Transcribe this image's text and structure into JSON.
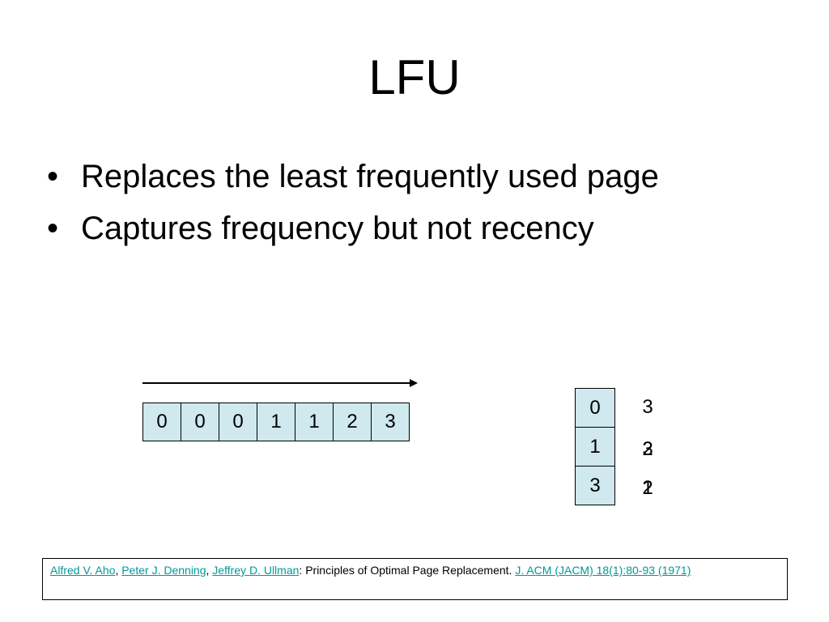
{
  "slide": {
    "title": "LFU",
    "bullet_glyph": "•",
    "bullets": [
      "Replaces the least frequently used page",
      "Captures frequency but not recency"
    ]
  },
  "reference_sequence": [
    "0",
    "0",
    "0",
    "1",
    "1",
    "2",
    "3"
  ],
  "frames": [
    "0",
    "1",
    "3"
  ],
  "frequency_counts": {
    "frame_0": [
      "3"
    ],
    "frame_1": [
      "2",
      "3"
    ],
    "frame_2": [
      "1",
      "2"
    ]
  },
  "citation": {
    "authors": [
      "Alfred V. Aho",
      "Peter J. Denning",
      "Jeffrey D. Ullman"
    ],
    "separator": ", ",
    "colon": ": ",
    "title_text": "Principles of Optimal Page Replacement. ",
    "journal": "J. ACM (JACM) 18(1):80-93 (1971)",
    "link_color": "#009999"
  },
  "colors": {
    "cell_fill": "#cfe9ee",
    "border": "#000000"
  }
}
